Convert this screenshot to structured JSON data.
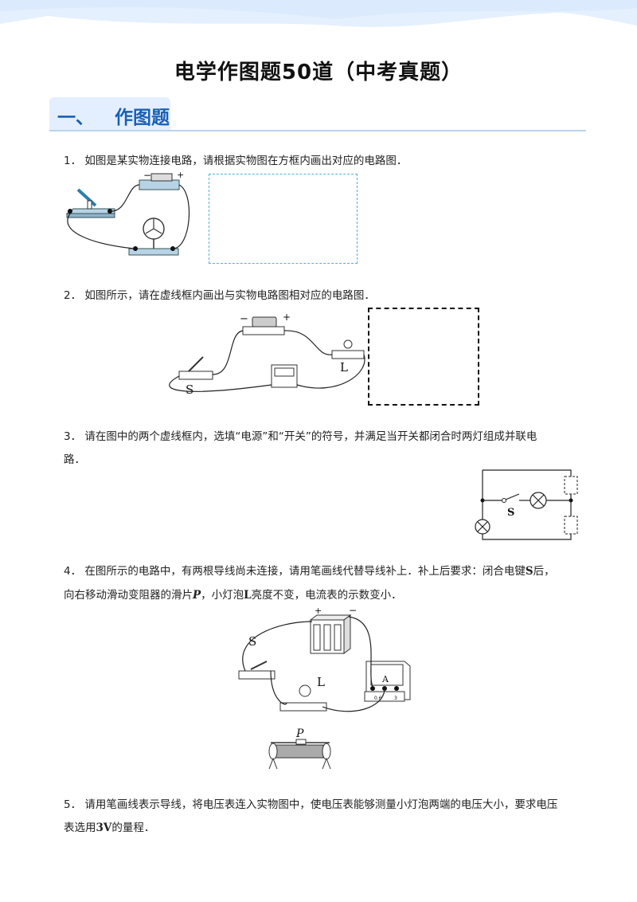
{
  "document": {
    "title": "电学作图题50道（中考真题）",
    "section": {
      "number": "一、",
      "label": "作图题"
    },
    "questions": [
      {
        "number": "1．",
        "text": "如图是某实物连接电路，请根据实物图在方框内画出对应的电路图．",
        "figure_labels": {
          "minus": "−",
          "plus": "+"
        }
      },
      {
        "number": "2．",
        "text": "如图所示，请在虚线框内画出与实物电路图相对应的电路图．",
        "figure_labels": {
          "minus": "−",
          "plus": "+",
          "switch": "S",
          "lamp": "L"
        }
      },
      {
        "number": "3．",
        "text_line1": "请在图中的两个虚线框内，选填“电源”和“开关”的符号，并满足当开关都闭合时两灯组成并联电",
        "text_line2": "路．",
        "figure_labels": {
          "switch": "S"
        }
      },
      {
        "number": "4．",
        "text_line1_a": "在图所示的电路中，有两根导线尚未连接，请用笔画线代替导线补上．补上后要求：闭合电键",
        "text_line1_var": "S",
        "text_line1_b": "后，",
        "text_line2_a": "向右移动滑动变阻器的滑片",
        "text_line2_var1": "P",
        "text_line2_b": "，小灯泡",
        "text_line2_var2": "L",
        "text_line2_c": "亮度不变，电流表的示数变小．",
        "figure_labels": {
          "plus": "+",
          "minus": "−",
          "switch": "S",
          "lamp": "L",
          "ammeter": "A",
          "slider": "P",
          "scale_06": "0.6",
          "scale_3": "3"
        }
      },
      {
        "number": "5．",
        "text_line1": "请用笔画线表示导线，将电压表连入实物图中，使电压表能够测量小灯泡两端的电压大小，要求电压",
        "text_line2_a": "表选用",
        "text_line2_var": "3V",
        "text_line2_b": "的量程．"
      }
    ]
  },
  "colors": {
    "section_text": "#1a5fb4",
    "section_bg": "#e3efff",
    "section_line": "#b9d5ee",
    "box1_border": "#4fb2d6",
    "wave": "#dcebfb"
  }
}
